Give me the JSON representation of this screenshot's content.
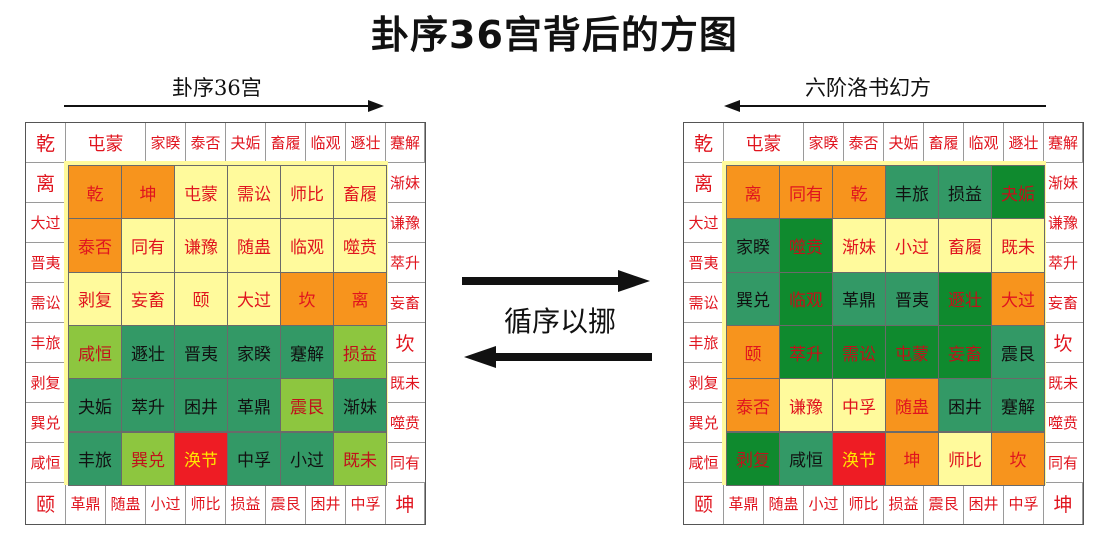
{
  "title": "卦序36宫背后的方图",
  "left": {
    "subtitle": "卦序36宫",
    "top_row": [
      "乾",
      "屯蒙",
      "家睽",
      "泰否",
      "夬姤",
      "畜履",
      "临观",
      "遯壮",
      "蹇解"
    ],
    "left_col": [
      "离",
      "大过",
      "晋夷",
      "需讼",
      "丰旅",
      "剥复",
      "巽兑",
      "咸恒"
    ],
    "right_col": [
      "渐妹",
      "谦豫",
      "萃升",
      "妄畜",
      "坎",
      "既未",
      "噬贲",
      "同有"
    ],
    "bottom_row": [
      "颐",
      "革鼎",
      "随蛊",
      "小过",
      "师比",
      "损益",
      "震艮",
      "困井",
      "中孚",
      "坤"
    ],
    "grid": [
      [
        {
          "t": "乾",
          "c": "o"
        },
        {
          "t": "坤",
          "c": "o"
        },
        {
          "t": "屯蒙",
          "c": "y"
        },
        {
          "t": "需讼",
          "c": "y"
        },
        {
          "t": "师比",
          "c": "y"
        },
        {
          "t": "畜履",
          "c": "y"
        }
      ],
      [
        {
          "t": "泰否",
          "c": "o"
        },
        {
          "t": "同有",
          "c": "y"
        },
        {
          "t": "谦豫",
          "c": "y"
        },
        {
          "t": "随蛊",
          "c": "y"
        },
        {
          "t": "临观",
          "c": "y"
        },
        {
          "t": "噬贲",
          "c": "y"
        }
      ],
      [
        {
          "t": "剥复",
          "c": "y"
        },
        {
          "t": "妄畜",
          "c": "y"
        },
        {
          "t": "颐",
          "c": "y"
        },
        {
          "t": "大过",
          "c": "y"
        },
        {
          "t": "坎",
          "c": "o"
        },
        {
          "t": "离",
          "c": "o"
        }
      ],
      [
        {
          "t": "咸恒",
          "c": "lg"
        },
        {
          "t": "遯壮",
          "c": "tg"
        },
        {
          "t": "晋夷",
          "c": "tg"
        },
        {
          "t": "家睽",
          "c": "tg"
        },
        {
          "t": "蹇解",
          "c": "tg"
        },
        {
          "t": "损益",
          "c": "lg"
        }
      ],
      [
        {
          "t": "夬姤",
          "c": "tg"
        },
        {
          "t": "萃升",
          "c": "tg"
        },
        {
          "t": "困井",
          "c": "tg"
        },
        {
          "t": "革鼎",
          "c": "tg"
        },
        {
          "t": "震艮",
          "c": "lg"
        },
        {
          "t": "渐妹",
          "c": "tg"
        }
      ],
      [
        {
          "t": "丰旅",
          "c": "tg"
        },
        {
          "t": "巽兑",
          "c": "lg"
        },
        {
          "t": "涣节",
          "c": "r"
        },
        {
          "t": "中孚",
          "c": "tg"
        },
        {
          "t": "小过",
          "c": "tg"
        },
        {
          "t": "既未",
          "c": "lg"
        }
      ]
    ]
  },
  "right": {
    "subtitle": "六阶洛书幻方",
    "top_row": [
      "乾",
      "屯蒙",
      "家睽",
      "泰否",
      "夬姤",
      "畜履",
      "临观",
      "遯壮",
      "蹇解"
    ],
    "left_col": [
      "离",
      "大过",
      "晋夷",
      "需讼",
      "丰旅",
      "剥复",
      "巽兑",
      "咸恒"
    ],
    "right_col": [
      "渐妹",
      "谦豫",
      "萃升",
      "妄畜",
      "坎",
      "既未",
      "噬贲",
      "同有"
    ],
    "bottom_row": [
      "颐",
      "革鼎",
      "随蛊",
      "小过",
      "师比",
      "损益",
      "震艮",
      "困井",
      "中孚",
      "坤"
    ],
    "grid": [
      [
        {
          "t": "离",
          "c": "o"
        },
        {
          "t": "同有",
          "c": "o"
        },
        {
          "t": "乾",
          "c": "o"
        },
        {
          "t": "丰旅",
          "c": "tg"
        },
        {
          "t": "损益",
          "c": "tg"
        },
        {
          "t": "夬姤",
          "c": "dg"
        }
      ],
      [
        {
          "t": "家睽",
          "c": "tg"
        },
        {
          "t": "噬贲",
          "c": "dg"
        },
        {
          "t": "渐妹",
          "c": "y"
        },
        {
          "t": "小过",
          "c": "y"
        },
        {
          "t": "畜履",
          "c": "y"
        },
        {
          "t": "既未",
          "c": "y"
        }
      ],
      [
        {
          "t": "巽兑",
          "c": "tg"
        },
        {
          "t": "临观",
          "c": "dg"
        },
        {
          "t": "革鼎",
          "c": "tg"
        },
        {
          "t": "晋夷",
          "c": "tg"
        },
        {
          "t": "遯壮",
          "c": "dg"
        },
        {
          "t": "大过",
          "c": "o"
        }
      ],
      [
        {
          "t": "颐",
          "c": "o"
        },
        {
          "t": "萃升",
          "c": "dg"
        },
        {
          "t": "需讼",
          "c": "dg"
        },
        {
          "t": "屯蒙",
          "c": "dg"
        },
        {
          "t": "妄畜",
          "c": "dg"
        },
        {
          "t": "震艮",
          "c": "tg"
        }
      ],
      [
        {
          "t": "泰否",
          "c": "o"
        },
        {
          "t": "谦豫",
          "c": "y"
        },
        {
          "t": "中孚",
          "c": "y"
        },
        {
          "t": "随蛊",
          "c": "o"
        },
        {
          "t": "困井",
          "c": "tg"
        },
        {
          "t": "蹇解",
          "c": "tg"
        }
      ],
      [
        {
          "t": "剥复",
          "c": "dg"
        },
        {
          "t": "咸恒",
          "c": "tg"
        },
        {
          "t": "涣节",
          "c": "r"
        },
        {
          "t": "坤",
          "c": "o"
        },
        {
          "t": "师比",
          "c": "y"
        },
        {
          "t": "坎",
          "c": "o"
        }
      ]
    ]
  },
  "middle_label": "循序以挪",
  "colors": {
    "o": {
      "bg": "#f7941d",
      "fg": "#e0141e"
    },
    "y": {
      "bg": "#fffa9c",
      "fg": "#e0141e"
    },
    "lg": {
      "bg": "#8dc63f",
      "fg": "#c0121b"
    },
    "tg": {
      "bg": "#339966",
      "fg": "#111111"
    },
    "dg": {
      "bg": "#0f8a2e",
      "fg": "#c0121b"
    },
    "r": {
      "bg": "#ee1c24",
      "fg": "#ffe600"
    },
    "border_text": "#e0141e",
    "inner_frame": "#fffa9c"
  }
}
